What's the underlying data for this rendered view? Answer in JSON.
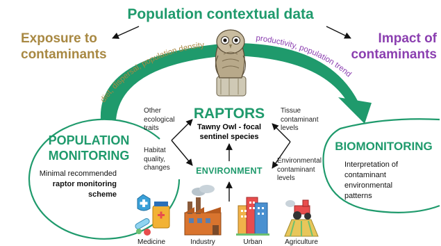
{
  "colors": {
    "green": "#1f9a6c",
    "brown": "#a88842",
    "purple": "#8b3fb0",
    "arrow": "#111111"
  },
  "title": "Population contextual data",
  "exposure": {
    "line1": "Exposure to",
    "line2": "contaminants"
  },
  "impact": {
    "line1": "Impact of",
    "line2": "contaminants"
  },
  "arc_text": {
    "left": "diet, dispersal, population density",
    "right": "productivity, population trend"
  },
  "center": {
    "title": "RAPTORS",
    "subtitle_line1": "Tawny Owl - focal",
    "subtitle_line2": "sentinel species",
    "environment": "ENVIRONMENT"
  },
  "side_labels": {
    "other_ecological": [
      "Other",
      "ecological",
      "traits"
    ],
    "habitat": [
      "Habitat",
      "quality,",
      "changes"
    ],
    "tissue": [
      "Tissue",
      "contaminant",
      "levels"
    ],
    "environmental": [
      "Environmental",
      "contaminant",
      "levels"
    ]
  },
  "population_monitoring": {
    "title_line1": "POPULATION",
    "title_line2": "MONITORING",
    "text_line1": "Minimal recommended",
    "text_line2": "raptor monitoring",
    "text_line3": "scheme"
  },
  "biomonitoring": {
    "title": "BIOMONITORING",
    "text": [
      "Interpretation of",
      "contaminant",
      "environmental",
      "patterns"
    ]
  },
  "sources": [
    {
      "label": "Medicine",
      "icon": "medicine-icon"
    },
    {
      "label": "Industry",
      "icon": "factory-icon"
    },
    {
      "label": "Urban",
      "icon": "city-icon"
    },
    {
      "label": "Agriculture",
      "icon": "tractor-icon"
    }
  ]
}
